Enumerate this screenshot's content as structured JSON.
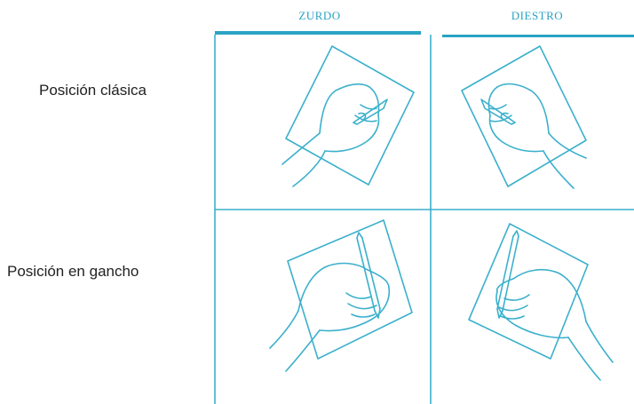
{
  "columns": {
    "left": "ZURDO",
    "right": "DIESTRO"
  },
  "rows": {
    "top": "Posición clásica",
    "bottom": "Posición en gancho"
  },
  "colors": {
    "accent": "#2aa3c4",
    "line": "#3bb0cc",
    "text": "#222222"
  },
  "illustrations": [
    "left-hand-classic-position",
    "right-hand-classic-position",
    "left-hand-hook-position",
    "right-hand-hook-position"
  ]
}
